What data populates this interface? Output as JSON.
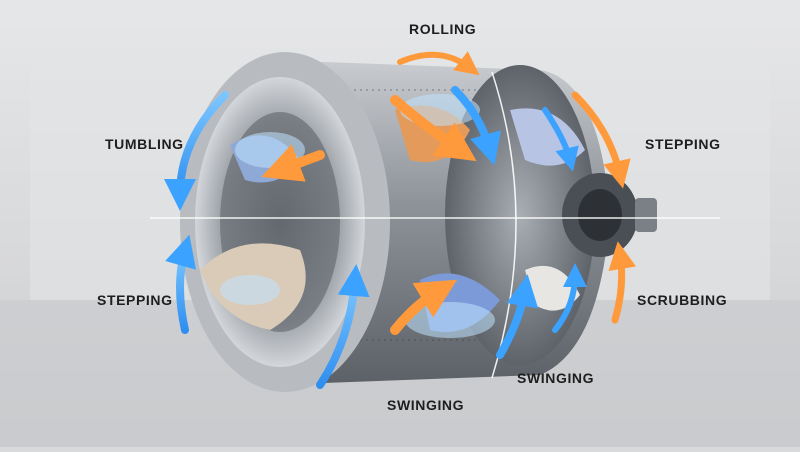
{
  "image": {
    "subject": "washing machine drum with motion arrows",
    "colors": {
      "background": "#d9dadc",
      "floor": "#c9cacc",
      "drum": "#9aa0a6",
      "blue_arrow": "#3ba3ff",
      "orange_arrow": "#ff9a3c",
      "label_text": "#1e1e1e"
    }
  },
  "labels": {
    "rolling": "ROLLING",
    "tumbling": "TUMBLING",
    "stepping_right": "STEPPING",
    "stepping_left": "STEPPING",
    "scrubbing": "SCRUBBING",
    "swinging_right": "SWINGING",
    "swinging_bottom": "SWINGING"
  }
}
